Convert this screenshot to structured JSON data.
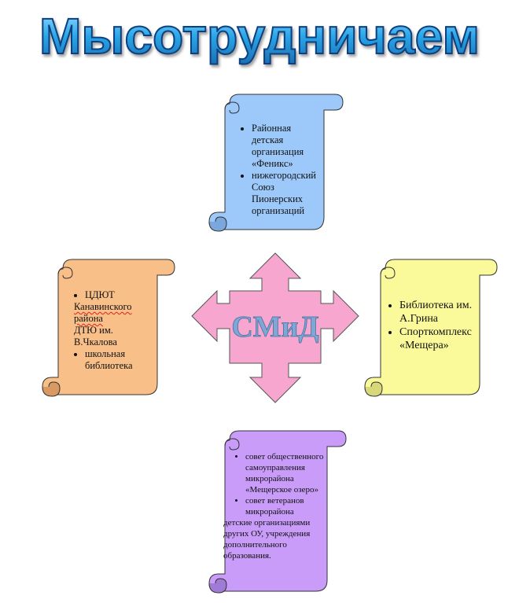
{
  "title": "Мысотрудничаем",
  "center_label": "СМиД",
  "scrolls": {
    "top": {
      "items": [
        "Районная детская организация «Феникс»",
        "нижегородский Союз Пионерских организаций"
      ],
      "color": "#9cc8fa"
    },
    "left": {
      "items_html": [
        "ЦДЮТ",
        "Канавинского района",
        "ДТЮ им. В.Чкалова"
      ],
      "items": [
        "школьная библиотека"
      ],
      "color": "#f8bf88"
    },
    "right": {
      "items": [
        "Библиотека им. А.Грина",
        "Спорткомплекс «Мещера»"
      ],
      "color": "#fafa9a"
    },
    "bottom": {
      "items": [
        "совет общественного самоуправления микрорайона «Мещерское озеро»",
        "совет ветеранов микрорайона"
      ],
      "tail": "детские организациями других ОУ, учреждения дополнительного образования.",
      "color": "#c89cf8"
    }
  },
  "colors": {
    "title_fill": "#2aa6e8",
    "arrow_fill": "#f7a6cf",
    "center_text": "#7fa7d6"
  }
}
